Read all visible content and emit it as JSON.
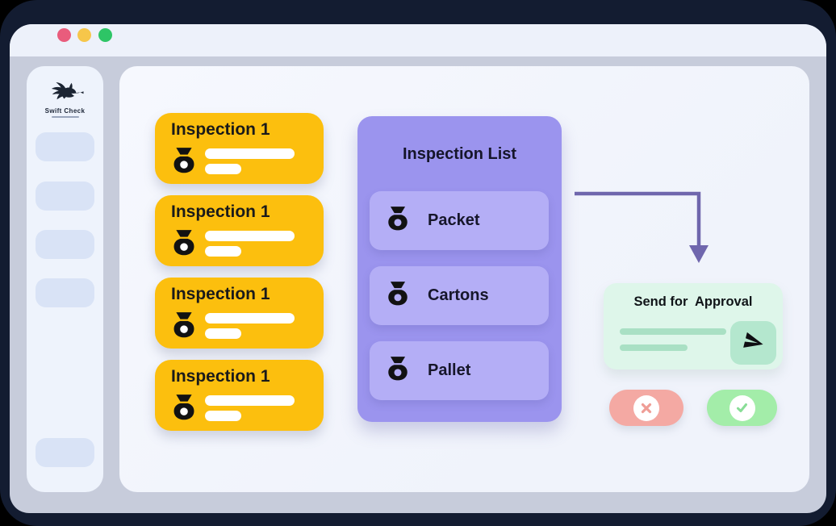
{
  "colors": {
    "frame": "#131c31",
    "band": "#c7ccdb",
    "titlebar": "#edf1fa",
    "tlRed": "#e95c7c",
    "tlYellow": "#f6c64a",
    "tlGreen": "#2ec566",
    "sidebar": "#eef3fc",
    "pill": "#d9e3f6",
    "main": "#f0f3fb",
    "yellow": "#fcbf0e",
    "purple": "#9b94ee",
    "purpleItem": "#b4aef6",
    "arrow": "#6f66ad",
    "mint": "#def6ea",
    "mintLine": "#a9e0c4",
    "mintBtn": "#b4e7ce",
    "red": "#f4a9a3",
    "green": "#a3eda9",
    "ink": "#1a1a1a"
  },
  "titlebar": {
    "dots": [
      "close",
      "minimize",
      "maximize"
    ]
  },
  "sidebar": {
    "brand": "Swift Check",
    "logo_icon": "bird-logo-icon",
    "nav_placeholder_count": 4,
    "footer_placeholder_count": 1
  },
  "inspections": {
    "cards": [
      {
        "title": "Inspection 1",
        "icon": "money-bag-icon"
      },
      {
        "title": "Inspection 1",
        "icon": "money-bag-icon"
      },
      {
        "title": "Inspection 1",
        "icon": "money-bag-icon"
      },
      {
        "title": "Inspection 1",
        "icon": "money-bag-icon"
      }
    ]
  },
  "inspection_list": {
    "title": "Inspection List",
    "items": [
      {
        "label": "Packet",
        "icon": "money-bag-icon"
      },
      {
        "label": "Cartons",
        "icon": "money-bag-icon"
      },
      {
        "label": "Pallet",
        "icon": "money-bag-icon"
      }
    ]
  },
  "approval": {
    "title": "Send for  Approval",
    "send_icon": "paper-plane-icon",
    "reject_icon": "x-circle-icon",
    "approve_icon": "check-circle-icon"
  }
}
